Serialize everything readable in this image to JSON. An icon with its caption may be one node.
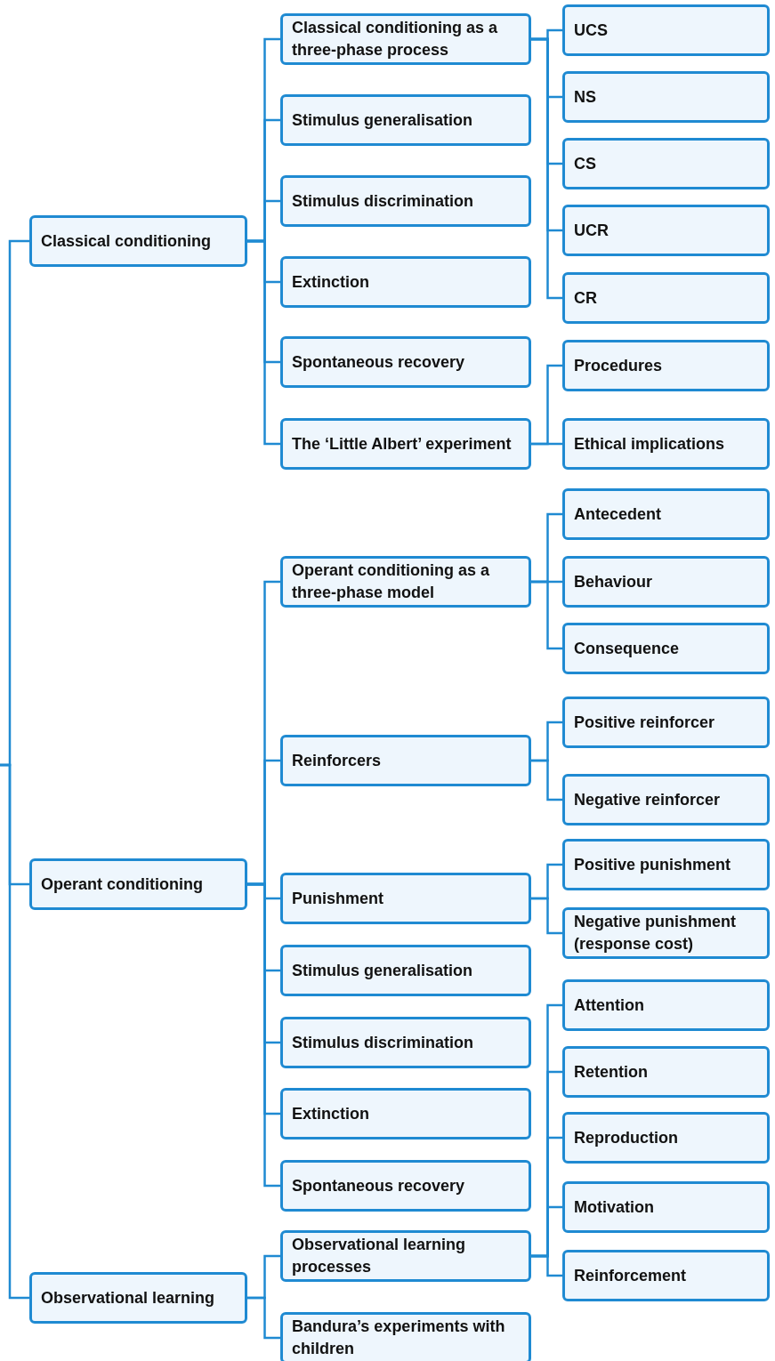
{
  "diagram": {
    "nodes": [
      {
        "text": [
          "Classical conditioning"
        ]
      },
      {
        "text": [
          "Classical conditioning as a three-phase process"
        ]
      },
      {
        "text": [
          "UCS"
        ]
      },
      {
        "text": [
          "NS"
        ]
      },
      {
        "text": [
          "CS"
        ]
      },
      {
        "text": [
          "UCR"
        ]
      },
      {
        "text": [
          "CR"
        ]
      },
      {
        "text": [
          "Stimulus generalisation"
        ]
      },
      {
        "text": [
          "Stimulus discrimination"
        ]
      },
      {
        "text": [
          "Extinction"
        ]
      },
      {
        "text": [
          "Spontaneous recovery"
        ]
      },
      {
        "text": [
          "The ‘Little Albert’ experiment"
        ]
      },
      {
        "text": [
          "Procedures"
        ]
      },
      {
        "text": [
          "Ethical implications"
        ]
      },
      {
        "text": [
          "Operant conditioning"
        ]
      },
      {
        "text": [
          "Operant conditioning as a three-phase model"
        ]
      },
      {
        "text": [
          "Antecedent"
        ]
      },
      {
        "text": [
          "Behaviour"
        ]
      },
      {
        "text": [
          "Consequence"
        ]
      },
      {
        "text": [
          "Reinforcers"
        ]
      },
      {
        "text": [
          "Positive reinforcer"
        ]
      },
      {
        "text": [
          "Negative reinforcer"
        ]
      },
      {
        "text": [
          "Punishment"
        ]
      },
      {
        "text": [
          "Positive punishment"
        ]
      },
      {
        "text": [
          "Negative punishment (response cost)"
        ]
      },
      {
        "text": [
          "Stimulus generalisation"
        ]
      },
      {
        "text": [
          "Stimulus discrimination"
        ]
      },
      {
        "text": [
          "Extinction"
        ]
      },
      {
        "text": [
          "Spontaneous recovery"
        ]
      },
      {
        "text": [
          "Observational learning"
        ]
      },
      {
        "text": [
          "Observational learning processes"
        ]
      },
      {
        "text": [
          "Attention"
        ]
      },
      {
        "text": [
          "Retention"
        ]
      },
      {
        "text": [
          "Reproduction"
        ]
      },
      {
        "text": [
          "Motivation"
        ]
      },
      {
        "text": [
          "Reinforcement"
        ]
      },
      {
        "text": [
          "Bandura’s experiments with children"
        ]
      }
    ],
    "edges": [
      {
        "from": null,
        "to": 0,
        "arrow": "none"
      },
      {
        "from": null,
        "to": 14,
        "arrow": "none"
      },
      {
        "from": null,
        "to": 29,
        "arrow": "none"
      },
      {
        "from": 0,
        "to": 1,
        "arrow": "none"
      },
      {
        "from": 0,
        "to": 7,
        "arrow": "none"
      },
      {
        "from": 0,
        "to": 8,
        "arrow": "none"
      },
      {
        "from": 0,
        "to": 9,
        "arrow": "none"
      },
      {
        "from": 0,
        "to": 10,
        "arrow": "none"
      },
      {
        "from": 0,
        "to": 11,
        "arrow": "none"
      },
      {
        "from": 1,
        "to": 2,
        "arrow": "none"
      },
      {
        "from": 1,
        "to": 3,
        "arrow": "none"
      },
      {
        "from": 1,
        "to": 4,
        "arrow": "none"
      },
      {
        "from": 1,
        "to": 5,
        "arrow": "none"
      },
      {
        "from": 1,
        "to": 6,
        "arrow": "none"
      },
      {
        "from": 11,
        "to": 12,
        "arrow": "none"
      },
      {
        "from": 11,
        "to": 13,
        "arrow": "none"
      },
      {
        "from": 14,
        "to": 15,
        "arrow": "none"
      },
      {
        "from": 14,
        "to": 19,
        "arrow": "none"
      },
      {
        "from": 14,
        "to": 22,
        "arrow": "none"
      },
      {
        "from": 14,
        "to": 25,
        "arrow": "none"
      },
      {
        "from": 14,
        "to": 26,
        "arrow": "none"
      },
      {
        "from": 14,
        "to": 27,
        "arrow": "none"
      },
      {
        "from": 14,
        "to": 28,
        "arrow": "none"
      },
      {
        "from": 15,
        "to": 16,
        "arrow": "none"
      },
      {
        "from": 15,
        "to": 17,
        "arrow": "none"
      },
      {
        "from": 15,
        "to": 18,
        "arrow": "none"
      },
      {
        "from": 19,
        "to": 20,
        "arrow": "none"
      },
      {
        "from": 19,
        "to": 21,
        "arrow": "none"
      },
      {
        "from": 22,
        "to": 23,
        "arrow": "none"
      },
      {
        "from": 22,
        "to": 24,
        "arrow": "none"
      },
      {
        "from": 29,
        "to": 30,
        "arrow": "none"
      },
      {
        "from": 29,
        "to": 36,
        "arrow": "none"
      },
      {
        "from": 30,
        "to": 31,
        "arrow": "none"
      },
      {
        "from": 30,
        "to": 32,
        "arrow": "none"
      },
      {
        "from": 30,
        "to": 33,
        "arrow": "none"
      },
      {
        "from": 30,
        "to": 34,
        "arrow": "none"
      },
      {
        "from": 30,
        "to": 35,
        "arrow": "none"
      }
    ]
  }
}
